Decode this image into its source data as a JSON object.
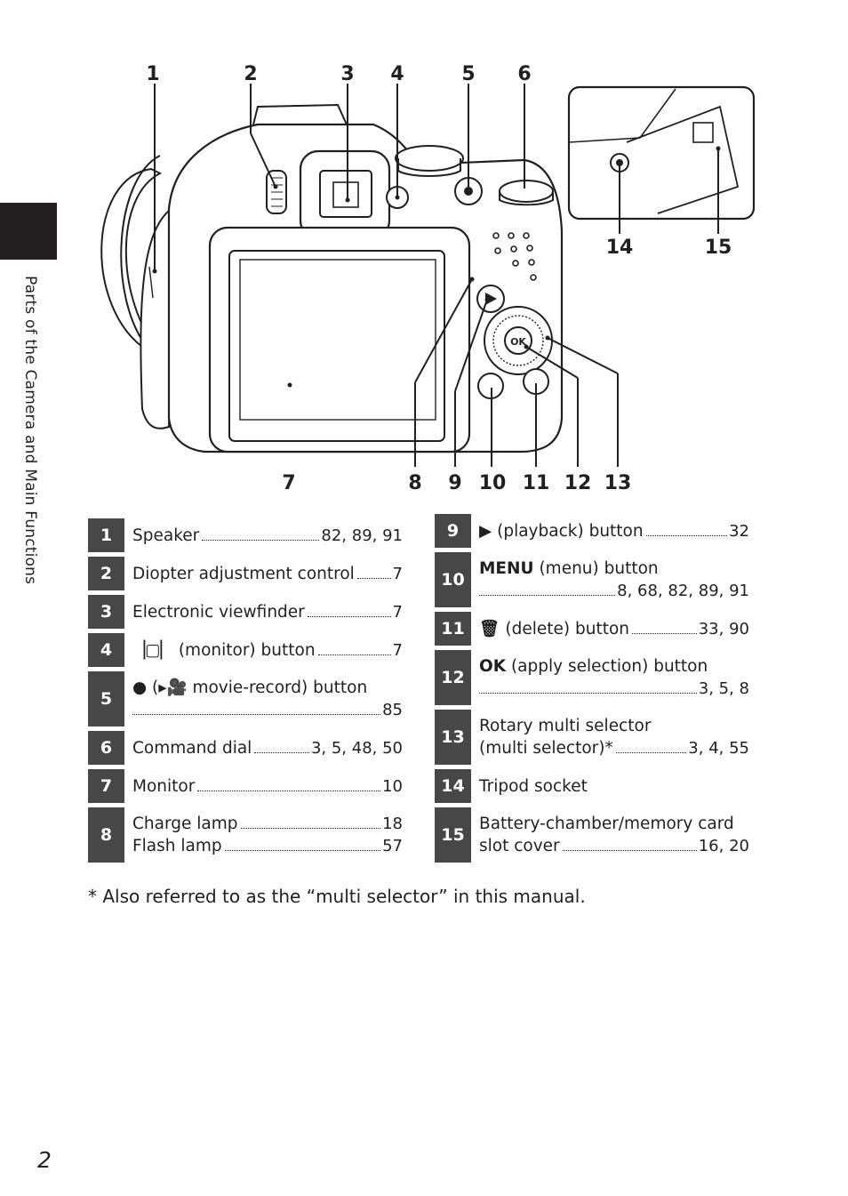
{
  "side_tab": {
    "label": "Parts of the Camera and Main Functions"
  },
  "page_number": "2",
  "callouts": [
    "1",
    "2",
    "3",
    "4",
    "5",
    "6",
    "7",
    "8",
    "9",
    "10",
    "11",
    "12",
    "13",
    "14",
    "15"
  ],
  "left_parts": [
    {
      "num": "1",
      "name": "Speaker",
      "pages": "82, 89, 91"
    },
    {
      "num": "2",
      "name": "Diopter adjustment control",
      "pages": "7"
    },
    {
      "num": "3",
      "name": "Electronic viewfinder",
      "pages": "7"
    },
    {
      "num": "4",
      "icon": "▕▢▏",
      "name": "(monitor) button",
      "pages": "7"
    },
    {
      "num": "5",
      "icon": "●",
      "name": "(▸🎥 movie-record) button",
      "pages": "85"
    },
    {
      "num": "6",
      "name": "Command dial",
      "pages": "3, 5, 48, 50"
    },
    {
      "num": "7",
      "name": "Monitor",
      "pages": "10"
    },
    {
      "num": "8",
      "name": "Charge lamp",
      "pages": "18",
      "name2": "Flash lamp",
      "pages2": "57"
    }
  ],
  "right_parts": [
    {
      "num": "9",
      "icon": "▶",
      "name": "(playback) button",
      "pages": "32"
    },
    {
      "num": "10",
      "icon": "MENU",
      "name": "(menu) button",
      "pages": "8, 68, 82, 89, 91"
    },
    {
      "num": "11",
      "icon": "🗑",
      "name": "(delete) button",
      "pages": "33, 90"
    },
    {
      "num": "12",
      "icon": "OK",
      "name": "(apply selection) button",
      "pages": "3, 5, 8"
    },
    {
      "num": "13",
      "name": "Rotary multi selector",
      "name2": "(multi selector)*",
      "pages": "3, 4, 55"
    },
    {
      "num": "14",
      "name": "Tripod socket"
    },
    {
      "num": "15",
      "name": "Battery-chamber/memory card",
      "name2": "slot cover",
      "pages": "16, 20"
    }
  ],
  "footnote": "* Also referred to as the “multi selector” in this manual."
}
